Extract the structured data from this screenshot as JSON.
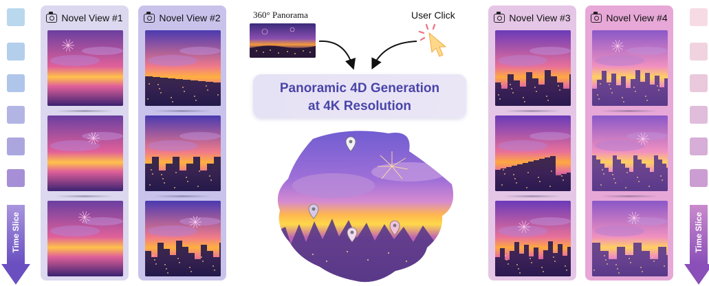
{
  "left_rail": {
    "label": "Time Slice",
    "colors": [
      "#b9d8ee",
      "#b3cfec",
      "#b0c5ea",
      "#b2b5e4",
      "#aca6df",
      "#a68fd6"
    ]
  },
  "right_rail": {
    "label": "Time Slice",
    "colors": [
      "#f7dbe4",
      "#f1d3e0",
      "#eac9dc",
      "#e0bddb",
      "#d6aed7",
      "#cc9dd2"
    ]
  },
  "views": [
    {
      "label": "Novel View #1",
      "bg": "#dcd8ef"
    },
    {
      "label": "Novel View #2",
      "bg": "#c9c3ec"
    },
    {
      "label": "Novel View #3",
      "bg": "#e5c6e6"
    },
    {
      "label": "Novel View #4",
      "bg": "#e7a8d7"
    }
  ],
  "center": {
    "panorama_label": "360° Panorama",
    "user_click_label": "User Click",
    "title_line1": "Panoramic 4D Generation",
    "title_line2": "at 4K Resolution"
  },
  "colors": {
    "accent_text": "#4a45a8",
    "arrow_purple": "#6a4fc0"
  }
}
